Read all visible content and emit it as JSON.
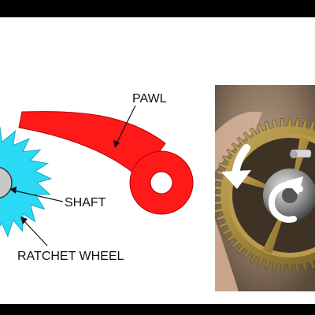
{
  "diagram": {
    "labels": {
      "pawl": "PAWL",
      "shaft": "SHAFT",
      "ratchet_wheel": "RATCHET WHEEL"
    },
    "colors": {
      "wheel": "#2ad9f5",
      "pawl": "#ff1a1a",
      "shaft": "#c8c8c8",
      "outline": "#222222"
    }
  },
  "photo": {
    "subject": "brass clock ratchet gear held in hand",
    "icons": [
      "rotation-arrow-icon",
      "rotation-arrow-icon"
    ]
  }
}
